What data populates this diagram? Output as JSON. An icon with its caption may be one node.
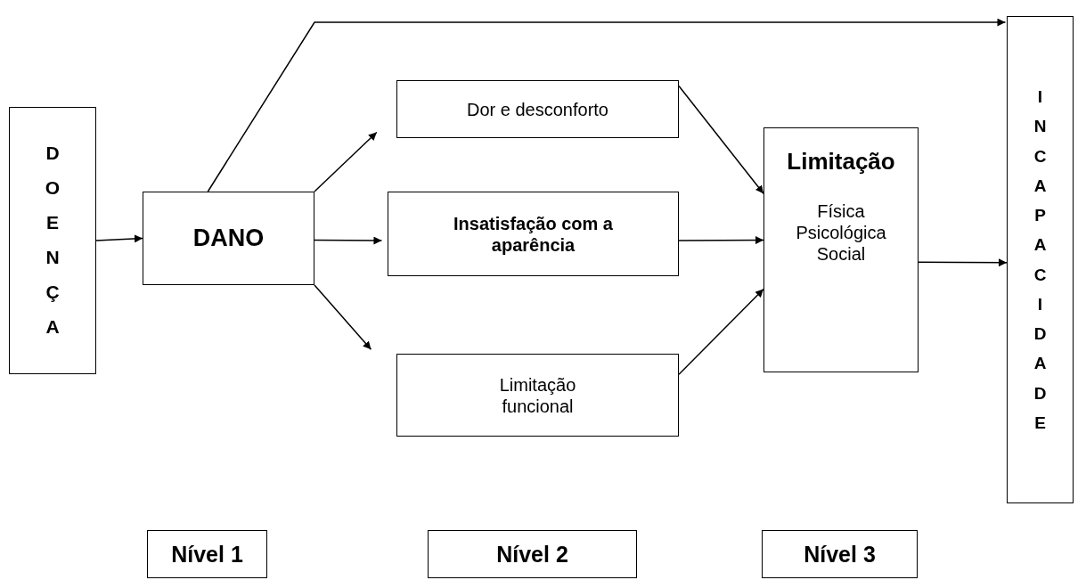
{
  "diagram": {
    "nodes": [
      {
        "text": [
          "DOENÇA"
        ]
      },
      {
        "text": [
          "DANO"
        ]
      },
      {
        "text": [
          "Dor e desconforto"
        ]
      },
      {
        "text": [
          "Insatisfação com a aparência"
        ]
      },
      {
        "text": [
          "Limitação funcional"
        ]
      },
      {
        "text": [
          "Limitação",
          "Física Psicológica Social"
        ]
      },
      {
        "text": [
          "INCAPACIDADE"
        ]
      },
      {
        "text": [
          "Nível 1"
        ]
      },
      {
        "text": [
          "Nível 2"
        ]
      },
      {
        "text": [
          "Nível 3"
        ]
      }
    ],
    "edges": [
      {
        "from": 0,
        "to": 1,
        "arrow": "to"
      },
      {
        "from": 1,
        "to": 2,
        "arrow": "to"
      },
      {
        "from": 1,
        "to": 3,
        "arrow": "to"
      },
      {
        "from": 1,
        "to": 4,
        "arrow": "to"
      },
      {
        "from": 1,
        "to": 6,
        "arrow": "to"
      },
      {
        "from": 2,
        "to": 5,
        "arrow": "to"
      },
      {
        "from": 3,
        "to": 5,
        "arrow": "to"
      },
      {
        "from": 4,
        "to": 5,
        "arrow": "to"
      },
      {
        "from": 5,
        "to": 6,
        "arrow": "to"
      }
    ]
  }
}
